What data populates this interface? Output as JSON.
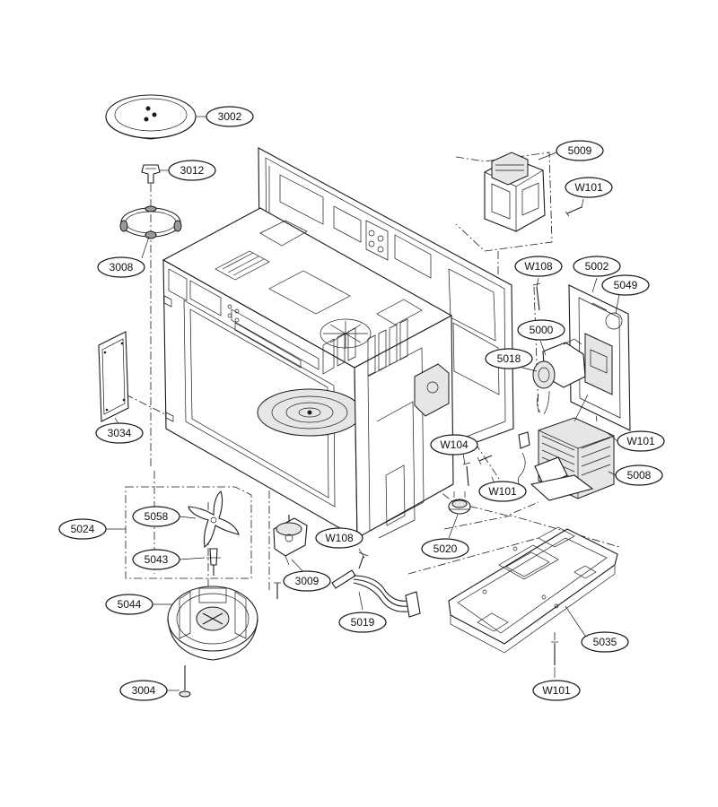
{
  "callouts": [
    {
      "id": "c3002",
      "label": "3002"
    },
    {
      "id": "c3012",
      "label": "3012"
    },
    {
      "id": "c3008",
      "label": "3008"
    },
    {
      "id": "c3034",
      "label": "3034"
    },
    {
      "id": "c5024",
      "label": "5024"
    },
    {
      "id": "c5058",
      "label": "5058"
    },
    {
      "id": "c5043",
      "label": "5043"
    },
    {
      "id": "c5044",
      "label": "5044"
    },
    {
      "id": "c3004",
      "label": "3004"
    },
    {
      "id": "c3009",
      "label": "3009"
    },
    {
      "id": "cW108a",
      "label": "W108"
    },
    {
      "id": "c5019",
      "label": "5019"
    },
    {
      "id": "c5009",
      "label": "5009"
    },
    {
      "id": "cW101a",
      "label": "W101"
    },
    {
      "id": "cW108b",
      "label": "W108"
    },
    {
      "id": "c5002",
      "label": "5002"
    },
    {
      "id": "c5049",
      "label": "5049"
    },
    {
      "id": "c5000",
      "label": "5000"
    },
    {
      "id": "c5018",
      "label": "5018"
    },
    {
      "id": "cW101b",
      "label": "W101"
    },
    {
      "id": "cW104",
      "label": "W104"
    },
    {
      "id": "cW101c",
      "label": "W101"
    },
    {
      "id": "c5008",
      "label": "5008"
    },
    {
      "id": "c5020",
      "label": "5020"
    },
    {
      "id": "c5035",
      "label": "5035"
    },
    {
      "id": "cW101d",
      "label": "W101"
    }
  ]
}
